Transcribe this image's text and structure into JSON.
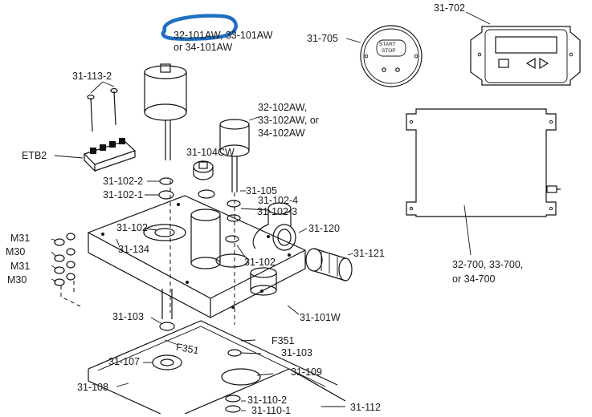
{
  "labels": {
    "p32_101aw": "32-101AW, 33-101AW",
    "p32_101aw_2": "or 34-101AW",
    "p31_705": "31-705",
    "start_stop_1": "START",
    "start_stop_2": "STOP",
    "p31_702": "31-702",
    "p31_113_2": "31-113-2",
    "p32_102aw_1": "32-102AW,",
    "p32_102aw_2": "33-102AW, or",
    "p32_102aw_3": "34-102AW",
    "etb2": "ETB2",
    "p31_104cw": "31-104CW",
    "p31_102_2": "31-102-2",
    "p31_105": "31-105",
    "p31_102_1": "31-102-1",
    "p31_102_4": "31-102-4",
    "p31_102_3": "31-102-3",
    "p31_120": "31-120",
    "p31_102_a": "31-102",
    "m31_a": "M31",
    "m30_a": "M30",
    "m31_b": "M31",
    "m30_b": "M30",
    "p31_134": "31-134",
    "p31_121": "31-121",
    "p31_102_b": "31-102",
    "p32_700_1": "32-700, 33-700,",
    "p32_700_2": "or 34-700",
    "p31_103_a": "31-103",
    "p31_101w": "31-101W",
    "f351_a": "F351",
    "f351_b": "F351",
    "p31_103_b": "31-103",
    "p31_107": "31-107",
    "p31_109": "31-109",
    "p31_108": "31-108",
    "p31_110_2": "31-110-2",
    "p31_110_1": "31-110-1",
    "p31_112": "31-112"
  },
  "colors": {
    "annotation_circle": "#1f6fc2",
    "line": "#111111"
  }
}
